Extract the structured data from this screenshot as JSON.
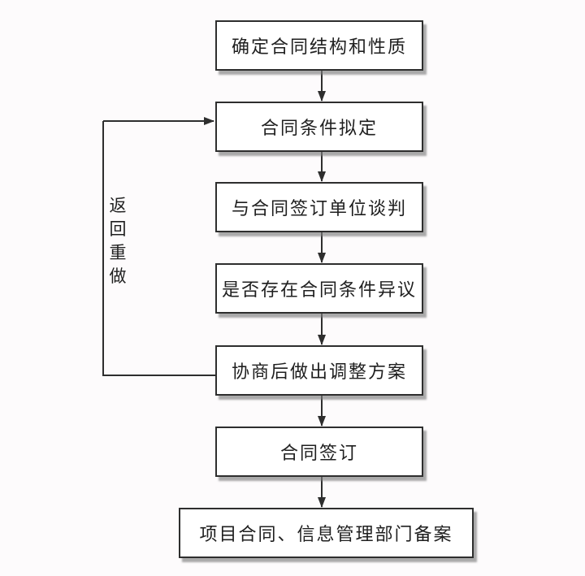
{
  "diagram": {
    "type": "flowchart",
    "direction": "top-down",
    "nodes": [
      {
        "id": "step-1",
        "label": "确定合同结构和性质"
      },
      {
        "id": "step-2",
        "label": "合同条件拟定"
      },
      {
        "id": "step-3",
        "label": "与合同签订单位谈判"
      },
      {
        "id": "step-4",
        "label": "是否存在合同条件异议"
      },
      {
        "id": "step-5",
        "label": "协商后做出调整方案"
      },
      {
        "id": "step-6",
        "label": "合同签订"
      },
      {
        "id": "step-7",
        "label": "项目合同、信息管理部门备案"
      }
    ],
    "edges": [
      {
        "from": "step-1",
        "to": "step-2",
        "type": "arrow"
      },
      {
        "from": "step-2",
        "to": "step-3",
        "type": "arrow"
      },
      {
        "from": "step-3",
        "to": "step-4",
        "type": "arrow"
      },
      {
        "from": "step-4",
        "to": "step-5",
        "type": "arrow"
      },
      {
        "from": "step-5",
        "to": "step-6",
        "type": "arrow"
      },
      {
        "from": "step-6",
        "to": "step-7",
        "type": "arrow"
      },
      {
        "from": "step-5",
        "to": "step-2",
        "type": "loop-back",
        "label": "返回重做"
      }
    ],
    "loop_label": "返回重做",
    "colors": {
      "line": "#2e2e2e",
      "box_fill": "#ffffff",
      "box_border": "#2e2e2e",
      "shadow": "#9a9a9a",
      "background": "#fdfbfc",
      "text": "#1f1f1f"
    }
  }
}
